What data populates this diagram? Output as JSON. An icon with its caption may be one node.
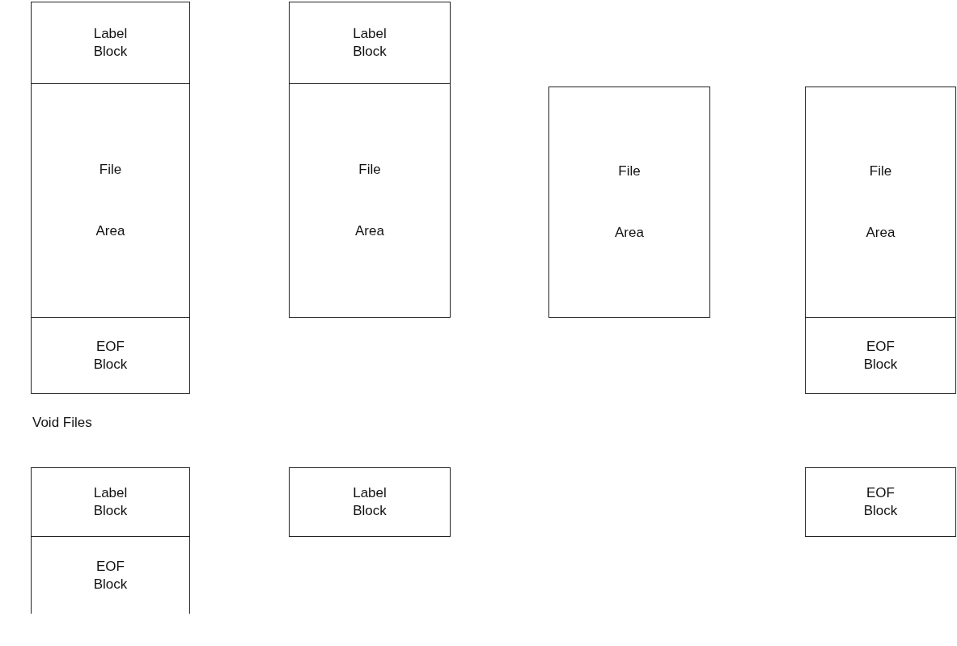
{
  "diagram": {
    "nodes": [
      {
        "text": [
          "Label Block"
        ]
      },
      {
        "text": [
          "File Area"
        ]
      },
      {
        "text": [
          "EOF Block"
        ]
      },
      {
        "text": [
          "Label Block"
        ]
      },
      {
        "text": [
          "File Area"
        ]
      },
      {
        "text": [
          "File Area"
        ]
      },
      {
        "text": [
          "File Area"
        ]
      },
      {
        "text": [
          "EOF Block"
        ]
      },
      {
        "text": [
          "Label Block"
        ]
      },
      {
        "text": [
          "EOF Block"
        ]
      },
      {
        "text": [
          "Label Block"
        ]
      },
      {
        "text": [
          "EOF Block"
        ]
      }
    ],
    "labels": [
      "Void Files"
    ]
  }
}
